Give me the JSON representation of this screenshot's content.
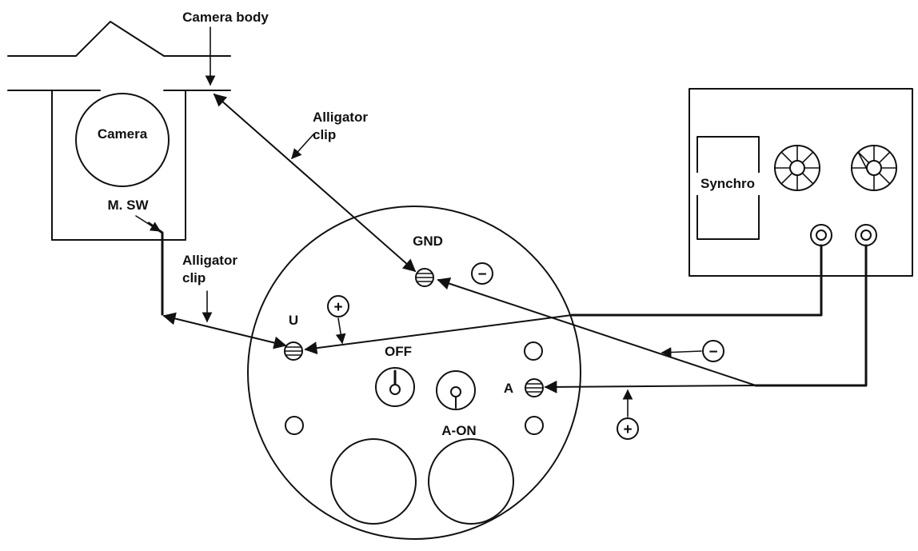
{
  "labels": {
    "camera_body": "Camera body",
    "camera": "Camera",
    "m_sw": "M. SW",
    "alligator_line1": "Alligator",
    "alligator_line2": "clip",
    "synchro": "Synchro",
    "gnd": "GND",
    "u": "U",
    "off": "OFF",
    "a": "A",
    "a_on": "A-ON",
    "plus": "+",
    "minus": "−"
  }
}
